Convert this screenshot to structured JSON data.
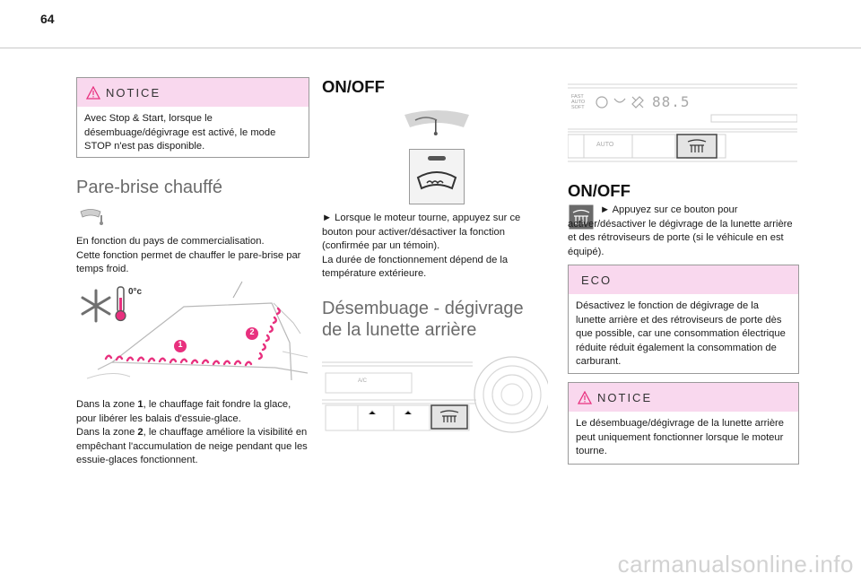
{
  "page_number": "64",
  "col1": {
    "notice": {
      "label": "NOTICE",
      "text": "Avec Stop & Start, lorsque le désembuage/dégivrage est activé, le mode STOP n'est pas disponible."
    },
    "title": "Pare-brise chauffé",
    "intro_1": "En fonction du pays de commercialisation.",
    "intro_2": "Cette fonction permet de chauffer le pare-brise par temps froid.",
    "temp_label": "0°c",
    "zone1_a": "Dans la zone ",
    "zone1_num": "1",
    "zone1_b": ", le chauffage fait fondre la glace, pour libérer les balais d'essuie-glace.",
    "zone2_a": "Dans la zone ",
    "zone2_num": "2",
    "zone2_b": ", le chauffage améliore la visibilité en empêchant l'accumulation de neige pendant que les essuie-glaces fonctionnent.",
    "callout_1": "1",
    "callout_2": "2"
  },
  "col2": {
    "title": "ON/OFF",
    "step": "► Lorsque le moteur tourne, appuyez sur ce bouton pour activer/désactiver la fonction (confirmée par un témoin).",
    "note": "La durée de fonctionnement dépend de la température extérieure.",
    "section_title": "Désembuage - dégivrage de la lunette arrière",
    "panel_ac": "A/C"
  },
  "col3": {
    "panel_fast": "FAST",
    "panel_auto": "AUTO",
    "panel_soft": "SOFT",
    "panel_display": "88.5",
    "panel_auto_btn": "AUTO",
    "title": "ON/OFF",
    "step": "► Appuyez sur ce bouton pour activer/désactiver le dégivrage de la lunette arrière et des rétroviseurs de porte (si le véhicule en est équipé).",
    "eco": {
      "label": "ECO",
      "text": "Désactivez le fonction de dégivrage de la lunette arrière et des rétroviseurs de porte dès que possible, car une consommation électrique réduite réduit également la consommation de carburant."
    },
    "notice": {
      "label": "NOTICE",
      "text": "Le désembuage/dégivrage de la lunette arrière peut uniquement fonctionner lorsque le moteur tourne."
    }
  },
  "watermark": "carmanualsonline.info",
  "colors": {
    "accent_pink": "#e8307e",
    "box_header": "#f9d8ee"
  }
}
